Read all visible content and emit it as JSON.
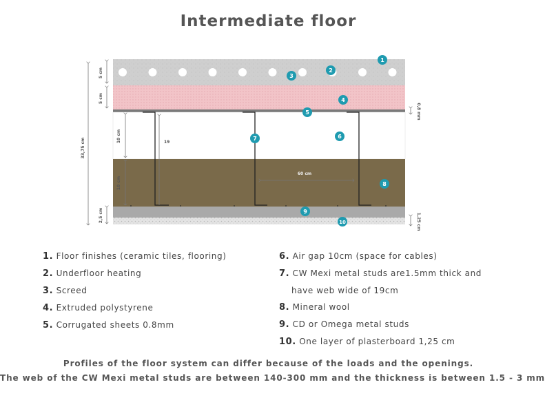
{
  "title": "Intermediate floor",
  "badges": [
    "1",
    "2",
    "3",
    "4",
    "5",
    "6",
    "7",
    "8",
    "9",
    "10"
  ],
  "dimensions": {
    "total": "33,75 cm",
    "layer_1": "5 cm",
    "layer_2": "5 cm",
    "air_gap": "10 cm",
    "wool": "10 cm",
    "bottom": "2,5 cm",
    "stud_height": "19",
    "spacing": "60 cm",
    "sheet": "0,8 mm",
    "board": "1,25 cm"
  },
  "legend_left": [
    {
      "num": "1.",
      "text": "Floor finishes (ceramic tiles, flooring)"
    },
    {
      "num": "2.",
      "text": "Underfloor heating"
    },
    {
      "num": "3.",
      "text": "Screed"
    },
    {
      "num": "4.",
      "text": "Extruded polystyrene"
    },
    {
      "num": "5.",
      "text": "Corrugated sheets 0.8mm"
    }
  ],
  "legend_right": [
    {
      "num": "6.",
      "text": "Air gap 10cm (space for cables)"
    },
    {
      "num": "7.",
      "text": "CW Mexi metal studs are1.5mm thick and",
      "cont": "have web wide of 19cm"
    },
    {
      "num": "8.",
      "text": "Mineral wool"
    },
    {
      "num": "9.",
      "text": "CD or Omega metal studs"
    },
    {
      "num": "10.",
      "text": "One layer of plasterboard 1,25 cm"
    }
  ],
  "footnotes": [
    "Profiles of the floor system can differ because of the loads and the openings.",
    "The web of the CW Mexi metal studs are between 140-300 mm and the thickness is between 1.5 - 3 mm"
  ],
  "colors": {
    "screed": "#cfcfcf",
    "polystyrene": "#f2c4c8",
    "wool": "#7a6a4a",
    "badge": "#1f9bb0",
    "stud": "#222222",
    "plasterboard": "#d9d9d9"
  }
}
